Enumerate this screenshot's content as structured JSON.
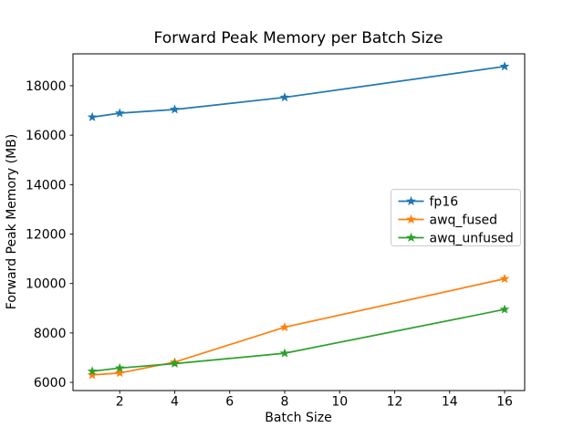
{
  "chart_data": {
    "type": "line",
    "title": "Forward Peak Memory per Batch Size",
    "xlabel": "Batch Size",
    "ylabel": "Forward Peak Memory (MB)",
    "x": [
      1,
      2,
      4,
      8,
      16
    ],
    "series": [
      {
        "name": "fp16",
        "color": "#1f77b4",
        "values": [
          16730,
          16890,
          17040,
          17530,
          18780
        ]
      },
      {
        "name": "awq_fused",
        "color": "#ff7f0e",
        "values": [
          6300,
          6380,
          6820,
          8230,
          10190
        ]
      },
      {
        "name": "awq_unfused",
        "color": "#2ca02c",
        "values": [
          6450,
          6580,
          6760,
          7180,
          8950
        ]
      }
    ],
    "marker": "star",
    "xticks": [
      2,
      4,
      6,
      8,
      10,
      12,
      14,
      16
    ],
    "yticks": [
      6000,
      8000,
      10000,
      12000,
      14000,
      16000,
      18000
    ],
    "xlim": [
      0.3,
      16.73
    ],
    "ylim": [
      5670,
      19290
    ],
    "grid": false,
    "legend": {
      "position": "center right",
      "labels": [
        "fp16",
        "awq_fused",
        "awq_unfused"
      ],
      "border_color": "#cccccc",
      "background": "#ffffff"
    },
    "axis_color": "#000000",
    "background": "#ffffff"
  }
}
